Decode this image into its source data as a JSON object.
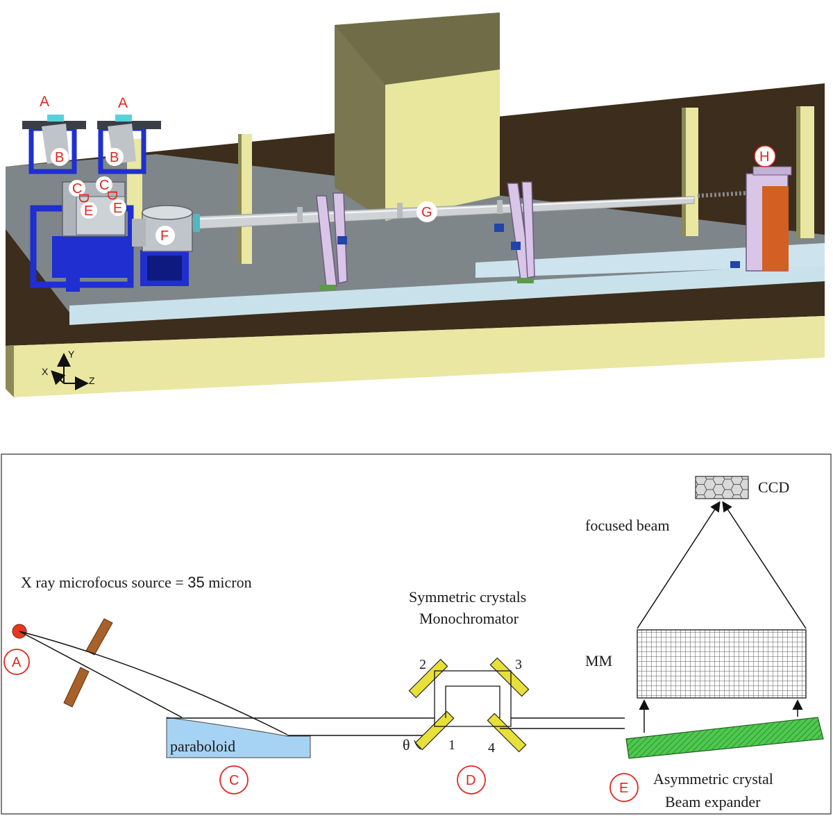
{
  "top_view": {
    "labels": {
      "a1": "A",
      "a2": "A",
      "b1": "B",
      "b2": "B",
      "c1": "C",
      "c2": "C",
      "d1": "D",
      "d2": "D",
      "e1": "E",
      "e2": "E",
      "f": "F",
      "g": "G",
      "h": "H"
    },
    "axes": {
      "x": "X",
      "y": "Y",
      "z": "Z"
    }
  },
  "schematic": {
    "source_text_a": "X ray microfocus source = ",
    "source_text_num": "35",
    "source_text_b": " micron",
    "paraboloid": "paraboloid",
    "mono_line1": "Symmetric crystals",
    "mono_line2": "Monochromator",
    "crystal_nums": [
      "1",
      "2",
      "3",
      "4"
    ],
    "theta": "θ",
    "mm": "MM",
    "focused_beam": "focused beam",
    "ccd": "CCD",
    "asym_line1": "Asymmetric crystal",
    "asym_line2": "Beam expander",
    "circle_labels": {
      "a": "A",
      "c": "C",
      "d": "D",
      "e": "E"
    }
  },
  "colors": {
    "label_red": "#e2261e",
    "floor_dark": "#3c2d1c",
    "wall_yellow": "#e9e7a2",
    "box_olive": "#6f6c47",
    "stand_blue": "#1f2fd0",
    "crystal_yellow": "#e8e03a",
    "asym_green": "#4fc84f",
    "paraboloid_blue": "#a6d3f3",
    "slit_brown": "#a9612a"
  }
}
